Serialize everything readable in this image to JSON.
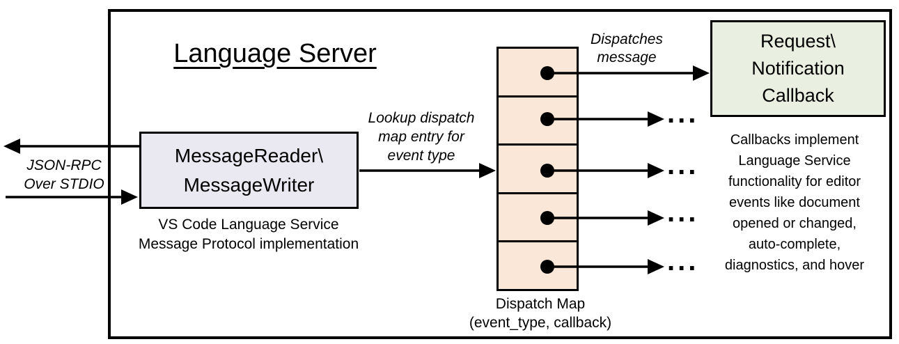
{
  "title": "Language Server",
  "left_io": {
    "label": "JSON-RPC\nOver STDIO"
  },
  "reader_box": {
    "label": "MessageReader\\\nMessageWriter",
    "caption": "VS Code Language Service\nMessage Protocol implementation"
  },
  "lookup_label": "Lookup dispatch\nmap entry for\nevent type",
  "dispatches_label": "Dispatches\nmessage",
  "dispatch_map": {
    "caption": "Dispatch Map\n(event_type, callback)",
    "row_count": 5
  },
  "callback_box": {
    "label": "Request\\\nNotification\nCallback"
  },
  "callbacks_note": "Callbacks implement\nLanguage Service\nfunctionality for editor\nevents like document\nopened or changed,\nauto-complete,\ndiagnostics, and hover",
  "ellipsis": "...",
  "colors": {
    "reader_box_fill": "#EAE8F1",
    "dispatch_cell_fill": "#FBE7D8",
    "callback_box_fill": "#E9F0E1",
    "line_color": "#000000",
    "background": "#FFFFFF"
  }
}
